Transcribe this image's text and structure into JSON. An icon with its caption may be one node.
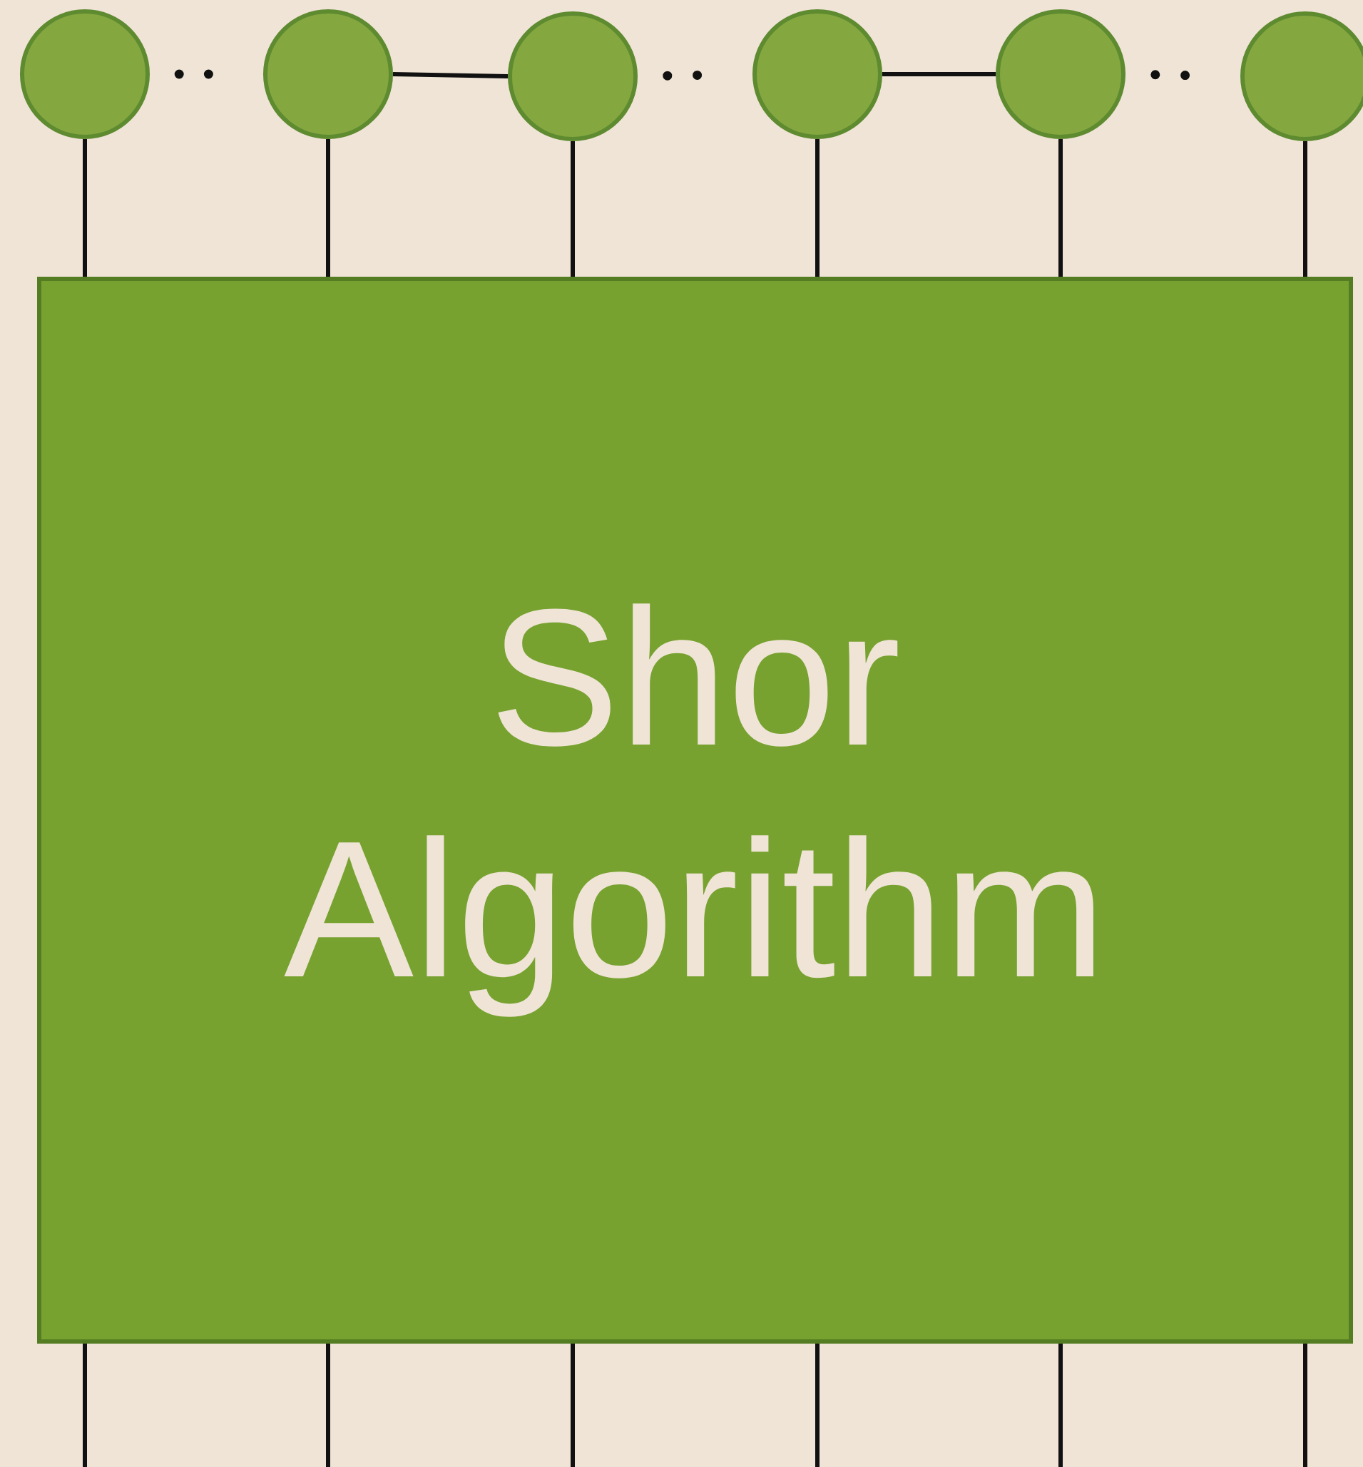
{
  "diagram": {
    "nodes": [
      {
        "text": [],
        "shape": "circle"
      },
      {
        "text": [],
        "shape": "circle"
      },
      {
        "text": [],
        "shape": "circle"
      },
      {
        "text": [],
        "shape": "circle"
      },
      {
        "text": [],
        "shape": "circle"
      },
      {
        "text": [],
        "shape": "circle"
      },
      {
        "text": [
          "Shor Algorithm"
        ]
      }
    ],
    "edges": [
      {
        "from": 0,
        "to": 1,
        "arrow": "none",
        "style": "dashed"
      },
      {
        "from": 1,
        "to": 2,
        "arrow": "none"
      },
      {
        "from": 2,
        "to": 3,
        "arrow": "none",
        "style": "dashed"
      },
      {
        "from": 3,
        "to": 4,
        "arrow": "none"
      },
      {
        "from": 4,
        "to": 5,
        "arrow": "none",
        "style": "dashed"
      },
      {
        "from": 0,
        "to": 6,
        "arrow": "none"
      },
      {
        "from": 1,
        "to": 6,
        "arrow": "none"
      },
      {
        "from": 2,
        "to": 6,
        "arrow": "none"
      },
      {
        "from": 3,
        "to": 6,
        "arrow": "none"
      },
      {
        "from": 4,
        "to": 6,
        "arrow": "none"
      },
      {
        "from": 5,
        "to": 6,
        "arrow": "none"
      },
      {
        "from": 6,
        "to": null,
        "arrow": "none"
      },
      {
        "from": 6,
        "to": null,
        "arrow": "none"
      },
      {
        "from": 6,
        "to": null,
        "arrow": "none"
      },
      {
        "from": 6,
        "to": null,
        "arrow": "none"
      },
      {
        "from": 6,
        "to": null,
        "arrow": "none"
      },
      {
        "from": 6,
        "to": null,
        "arrow": "none"
      }
    ]
  }
}
